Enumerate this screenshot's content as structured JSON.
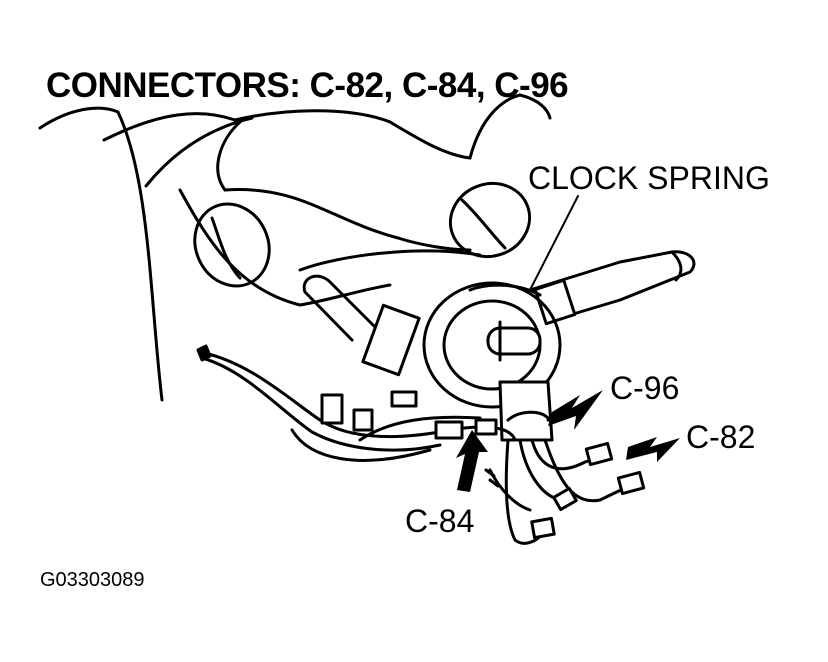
{
  "title": "CONNECTORS: C-82, C-84, C-96",
  "labels": {
    "clock_spring": "CLOCK SPRING",
    "c96": "C-96",
    "c82": "C-82",
    "c84": "C-84"
  },
  "figure_id": "G03303089",
  "colors": {
    "ink": "#000000",
    "paper": "#ffffff"
  }
}
